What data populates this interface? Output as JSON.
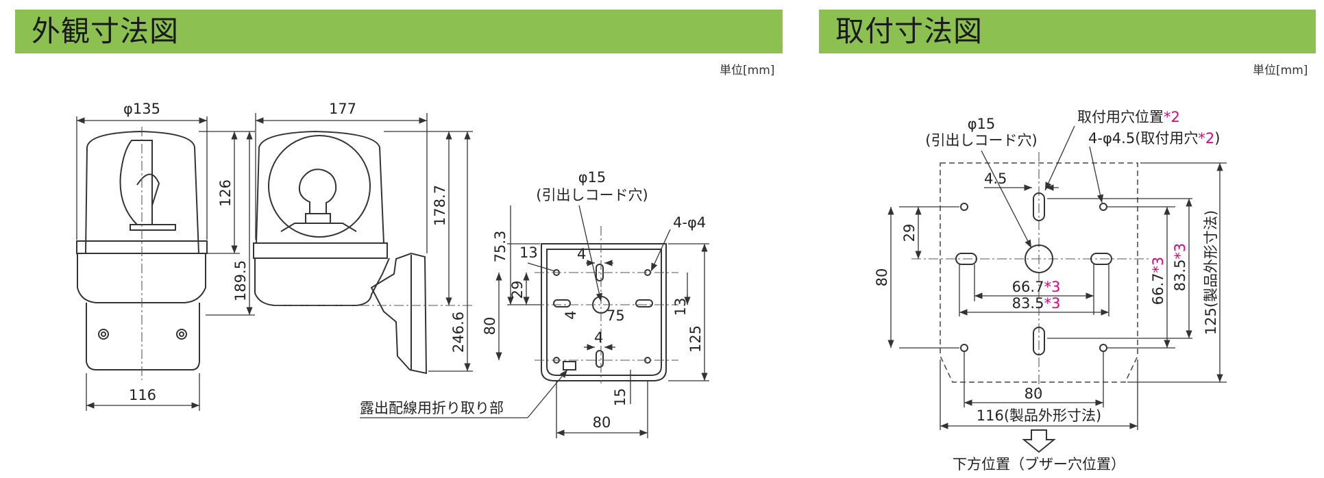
{
  "left_panel": {
    "title": "外観寸法図",
    "unit": "単位[mm]",
    "dims": {
      "phi135": "φ135",
      "d177": "177",
      "d126": "126",
      "d178_7": "178.7",
      "d189_5": "189.5",
      "d246_6": "246.6",
      "d116": "116",
      "phi15": "φ15",
      "cord_hole": "(引出しコード穴)",
      "four_phi4": "4-φ4",
      "d75_3": "75.3",
      "d13a": "13",
      "d4a": "4",
      "d29": "29",
      "d4b": "4",
      "d75": "75",
      "d80v": "80",
      "d13b": "13",
      "d4c": "4",
      "d125": "125",
      "d15": "15",
      "d80h": "80",
      "knockout": "露出配線用折り取り部"
    }
  },
  "right_panel": {
    "title": "取付寸法図",
    "unit": "単位[mm]",
    "dims": {
      "phi15": "φ15",
      "cord_hole": "(引出しコード穴)",
      "mount_hole_pos": "取付用穴位置",
      "mount_hole_pos_note": "*2",
      "four_phi45": "4-φ4.5(取付用穴",
      "four_phi45_note": "*2",
      "close_paren": ")",
      "d4_5": "4.5",
      "d29": "29",
      "d80v": "80",
      "d66_7h": "66.7",
      "d66_7h_note": "*3",
      "d83_5h": "83.5",
      "d83_5h_note": "*3",
      "d66_7v": "66.7",
      "d66_7v_note": "*3",
      "d83_5v": "83.5",
      "d83_5v_note": "*3",
      "d125v": "125(製品外形寸法)",
      "d80h": "80",
      "d116h": "116(製品外形寸法)",
      "down_label": "下方位置（ブザー穴位置）"
    }
  },
  "colors": {
    "header_green": "#8cc152",
    "note_magenta": "#e4007f"
  }
}
